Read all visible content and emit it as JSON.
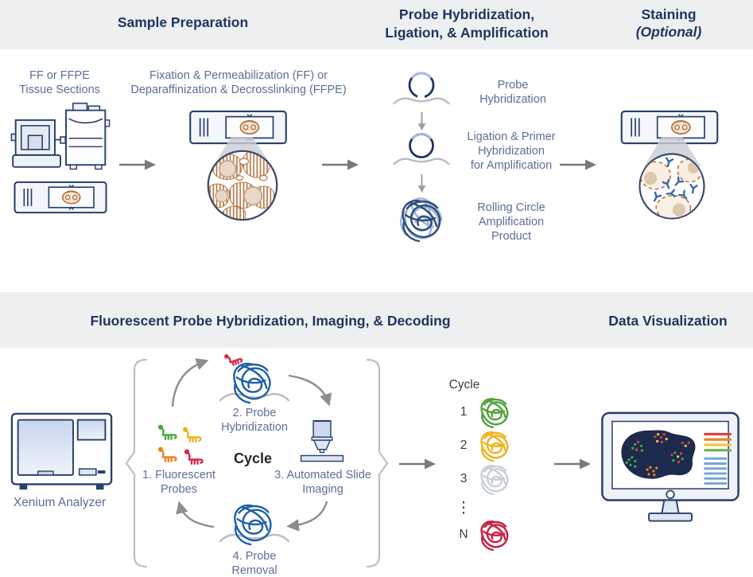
{
  "top": {
    "band": {
      "sample_prep": "Sample Preparation",
      "probe": "Probe Hybridization,\nLigation, & Amplification",
      "staining": "Staining",
      "staining_optional": "(Optional)"
    },
    "tissue_label": "FF or FFPE\nTissue Sections",
    "fixation_label": "Fixation & Permeabilization (FF) or\nDeparaffinization & Decrosslinking (FFPE)",
    "probe_step1": "Probe\nHybridization",
    "probe_step2": "Ligation & Primer\nHybridization\nfor Amplification",
    "probe_step3": "Rolling Circle\nAmplification\nProduct"
  },
  "bottom": {
    "band": {
      "fluorescent": "Fluorescent Probe Hybridization, Imaging, & Decoding",
      "dataviz": "Data Visualization"
    },
    "analyzer_label": "Xenium Analyzer",
    "cycle_center": "Cycle",
    "step1": "1. Fluorescent\nProbes",
    "step2": "2. Probe\nHybridization",
    "step3": "3. Automated Slide\nImaging",
    "step4": "4. Probe\nRemoval",
    "cycle_column": {
      "header": "Cycle",
      "rows": [
        {
          "label": "1",
          "color": "#52a13a"
        },
        {
          "label": "2",
          "color": "#f0b11c"
        },
        {
          "label": "3",
          "color": "#c9cfd6"
        },
        {
          "label": "⋮",
          "color": ""
        },
        {
          "label": "N",
          "color": "#c81f3f"
        }
      ]
    }
  },
  "colors": {
    "band_bg": "#edeff1",
    "header_text": "#1e355e",
    "label_text": "#5b6e96",
    "tangle_blue": "#1c5fa8",
    "rca_navy": "#2e4a77",
    "rca_light": "#9db4d8",
    "arrow_gray": "#76797e",
    "brace_gray": "#bcc0c5",
    "probe_green": "#4aaa43",
    "probe_yellow": "#f3b01c",
    "probe_orange": "#ee8322",
    "probe_red": "#d6294b",
    "tissue_brown": "#b5713f",
    "antibody_blue": "#3566a8"
  }
}
